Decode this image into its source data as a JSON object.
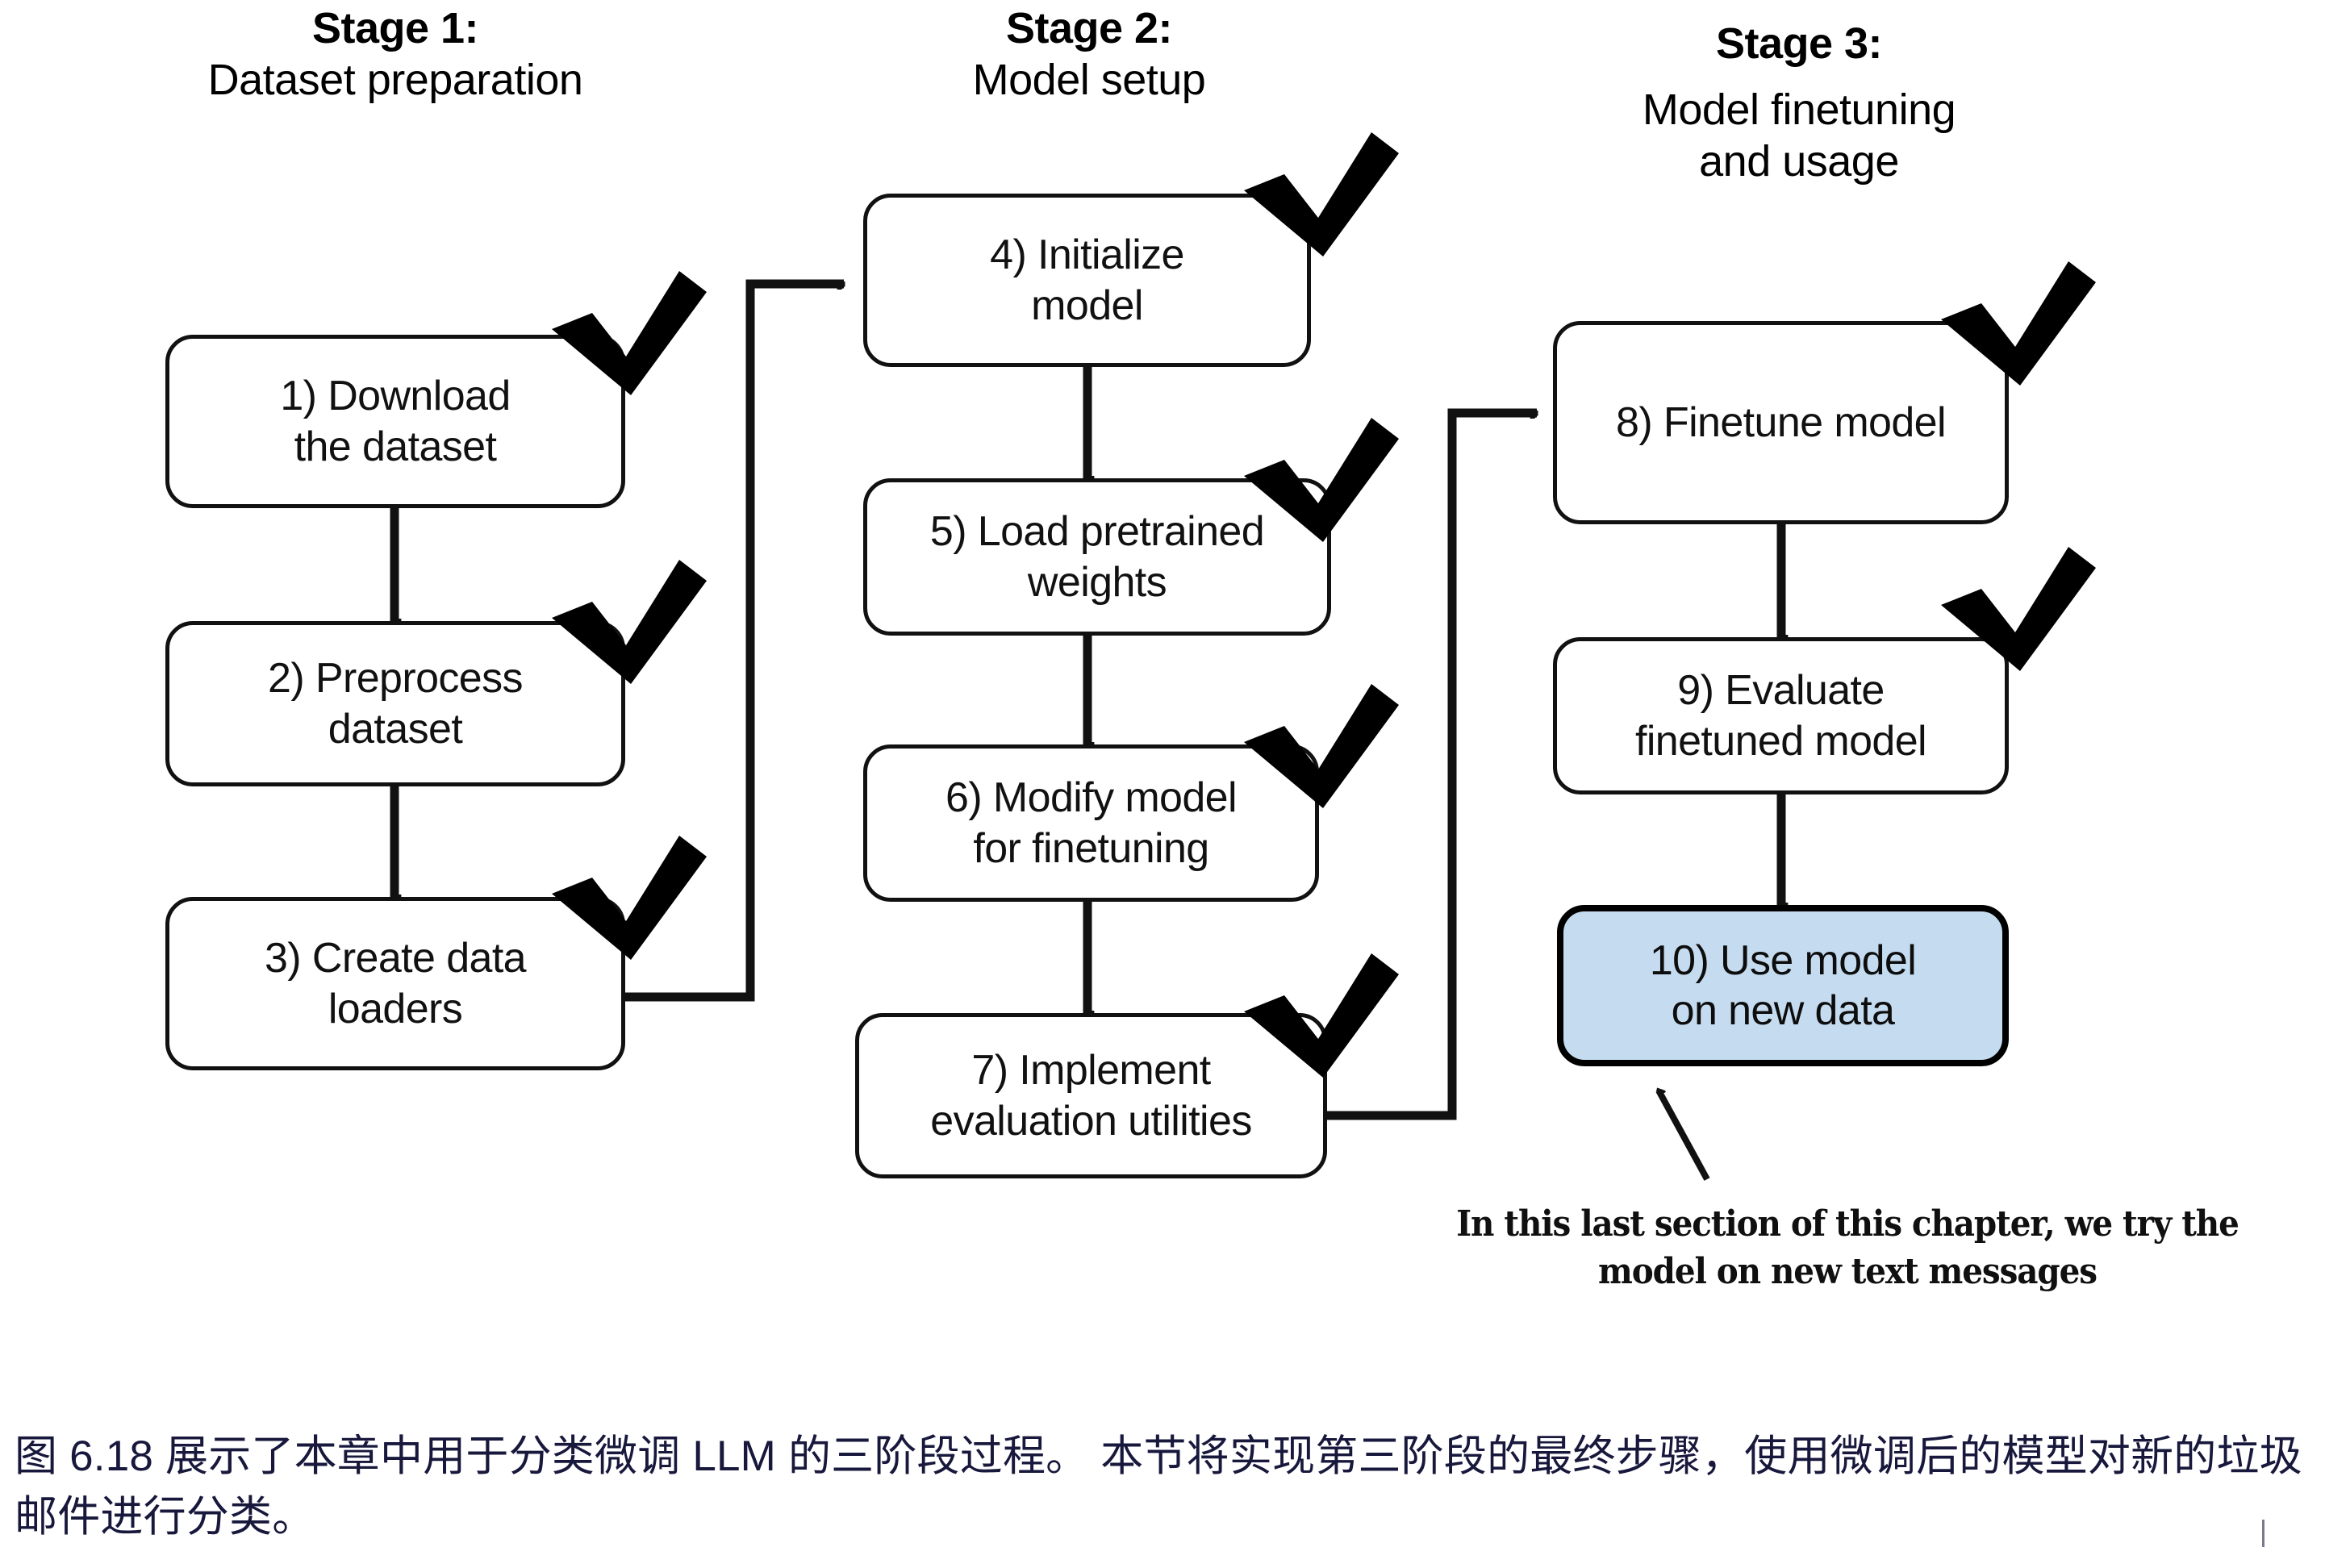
{
  "figure": {
    "stages": [
      {
        "id": "stage-1",
        "title": "Stage 1:",
        "subtitle": "Dataset preparation"
      },
      {
        "id": "stage-2",
        "title": "Stage 2:",
        "subtitle": "Model setup"
      },
      {
        "id": "stage-3",
        "title": "Stage 3:",
        "subtitle": "Model finetuning\nand usage"
      }
    ],
    "steps": [
      {
        "id": "step-1",
        "number": "1)",
        "label": "1) Download\nthe dataset",
        "checked": true,
        "highlight": false
      },
      {
        "id": "step-2",
        "number": "2)",
        "label": "2) Preprocess\ndataset",
        "checked": true,
        "highlight": false
      },
      {
        "id": "step-3",
        "number": "3)",
        "label": "3) Create data\nloaders",
        "checked": true,
        "highlight": false
      },
      {
        "id": "step-4",
        "number": "4)",
        "label": "4) Initialize\nmodel",
        "checked": true,
        "highlight": false
      },
      {
        "id": "step-5",
        "number": "5)",
        "label": "5) Load pretrained\nweights",
        "checked": true,
        "highlight": false
      },
      {
        "id": "step-6",
        "number": "6)",
        "label": "6) Modify model\nfor finetuning",
        "checked": true,
        "highlight": false
      },
      {
        "id": "step-7",
        "number": "7)",
        "label": "7) Implement\nevaluation utilities",
        "checked": true,
        "highlight": false
      },
      {
        "id": "step-8",
        "number": "8)",
        "label": "8) Finetune model",
        "checked": true,
        "highlight": false
      },
      {
        "id": "step-9",
        "number": "9)",
        "label": "9) Evaluate\nfinetuned model",
        "checked": true,
        "highlight": false
      },
      {
        "id": "step-10",
        "number": "10)",
        "label": "10) Use model\non new data",
        "checked": false,
        "highlight": true
      }
    ],
    "annotation": {
      "line1": "In this last section of this chapter, we try the",
      "line2": "model on new text messages"
    },
    "colors": {
      "highlight_fill": "#c5dcf0",
      "stroke": "#111111",
      "caption_text": "#17183c",
      "background": "#ffffff"
    }
  },
  "caption": {
    "text": "图 6.18 展示了本章中用于分类微调 LLM 的三阶段过程。 本节将实现第三阶段的最终步骤，使用微调后的模型对新的垃圾邮件进行分类。"
  }
}
